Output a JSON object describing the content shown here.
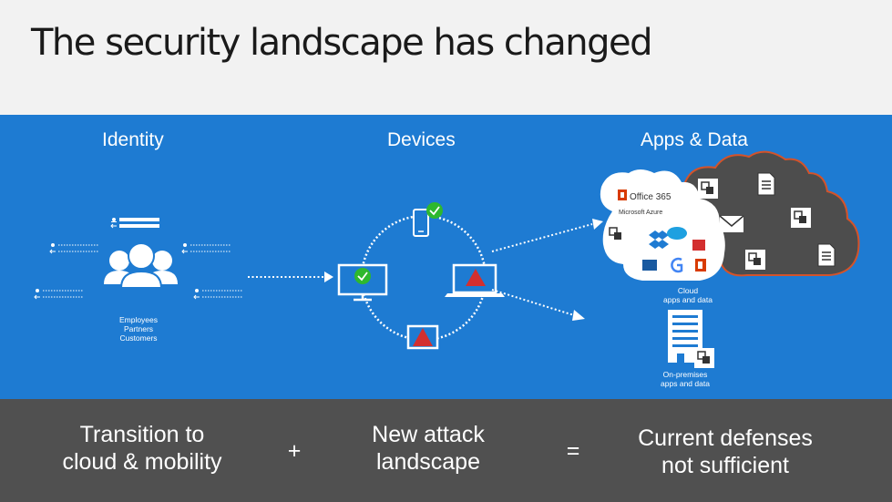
{
  "title": "The security landscape has changed",
  "headers": {
    "identity": "Identity",
    "devices": "Devices",
    "apps_data": "Apps & Data"
  },
  "captions": {
    "users": [
      "Employees",
      "Partners",
      "Customers"
    ],
    "cloud": [
      "Cloud",
      "apps and data"
    ],
    "onprem": [
      "On-premises",
      "apps and data"
    ]
  },
  "cloud_labels": {
    "office365": "Office 365",
    "azure": "Microsoft Azure"
  },
  "bottom": {
    "left": [
      "Transition to",
      "cloud & mobility"
    ],
    "plus": "+",
    "middle": [
      "New attack",
      "landscape"
    ],
    "equals": "=",
    "right": [
      "Current defenses",
      "not sufficient"
    ]
  },
  "colors": {
    "blue_panel": "#1e7bd2",
    "bottom_panel": "#505050",
    "alert_red": "#d32f2f",
    "check_green": "#2eb82e",
    "cloud_dark": "#4d4d4d",
    "cloud_border": "#d4532a"
  }
}
